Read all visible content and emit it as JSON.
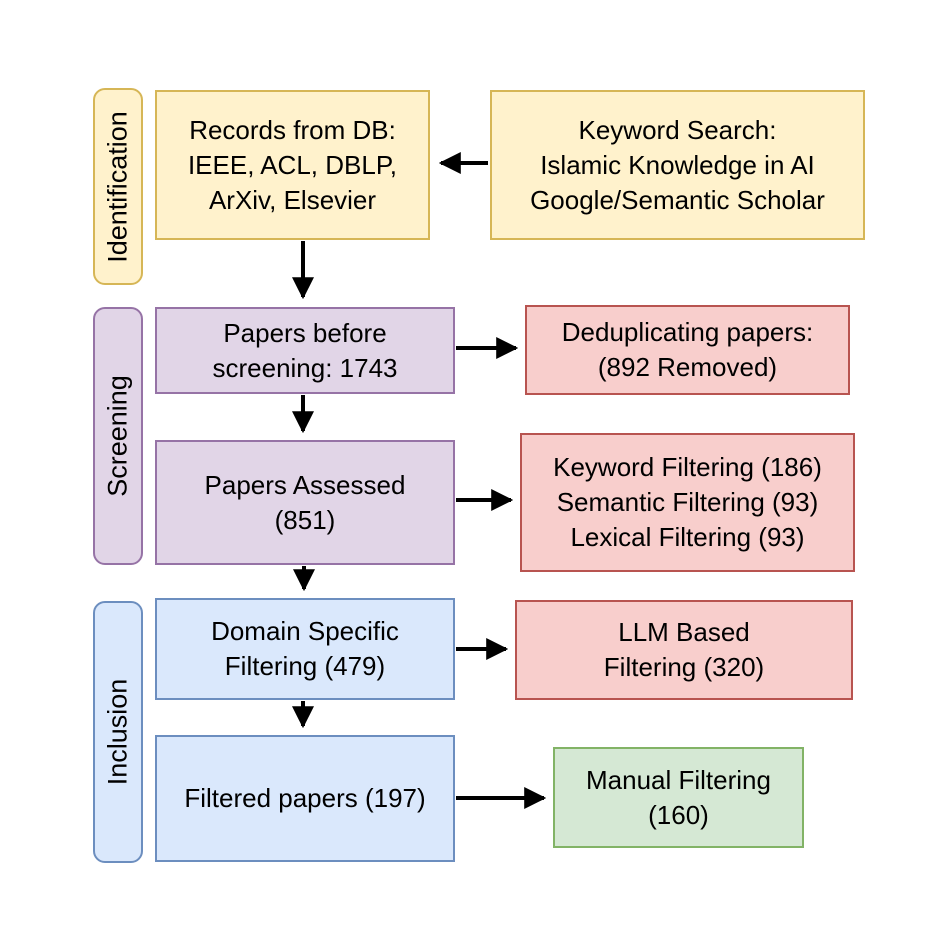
{
  "colors": {
    "yellow": {
      "fill": "#FFF2CC",
      "stroke": "#D6B656"
    },
    "purple": {
      "fill": "#E1D5E7",
      "stroke": "#9673A6"
    },
    "red": {
      "fill": "#F8CECC",
      "stroke": "#B85450"
    },
    "blue": {
      "fill": "#DAE8FC",
      "stroke": "#6C8EBF"
    },
    "green": {
      "fill": "#D5E8D4",
      "stroke": "#82B366"
    },
    "arrow": "#000000",
    "text": "#000000"
  },
  "stage_labels": {
    "identification": "Identification",
    "screening": "Screening",
    "inclusion": "Inclusion"
  },
  "boxes": {
    "records": "Records from DB:\nIEEE, ACL, DBLP,\nArXiv, Elsevier",
    "keyword_search": "Keyword Search:\nIslamic Knowledge in AI\nGoogle/Semantic Scholar",
    "papers_before": "Papers before\nscreening: 1743",
    "deduplicating": "Deduplicating papers:\n(892 Removed)",
    "papers_assessed": "Papers Assessed\n(851)",
    "filtering_stack": "Keyword Filtering (186)\nSemantic Filtering (93)\nLexical Filtering (93)",
    "domain_specific": "Domain Specific\nFiltering (479)",
    "llm_based": "LLM Based\nFiltering (320)",
    "filtered_papers": "Filtered papers (197)",
    "manual_filtering": "Manual Filtering\n(160)"
  }
}
